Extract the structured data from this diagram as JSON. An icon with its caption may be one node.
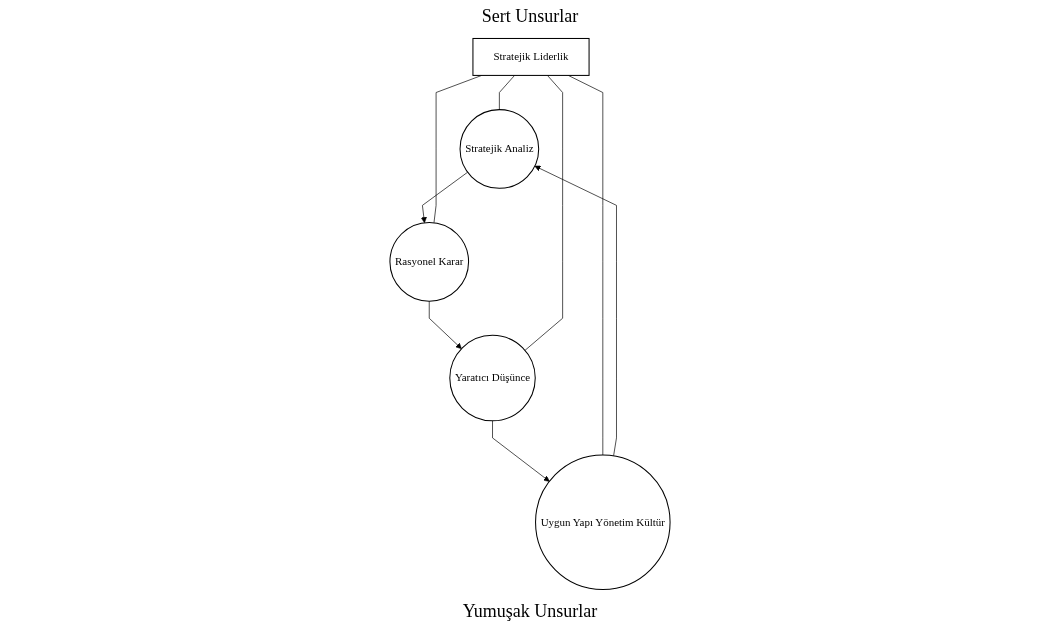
{
  "diagram": {
    "nodes": [
      {
        "text": [
          "Stratejik Analiz"
        ]
      },
      {
        "text": [
          "Rasyonel Karar"
        ]
      },
      {
        "text": [
          "Stratejik Liderlik"
        ]
      },
      {
        "text": [
          "Uygun Yapı Yönetim Kültür"
        ]
      },
      {
        "text": [
          "Yaratıcı Düşünce"
        ]
      }
    ],
    "edges": [
      {
        "from": 0,
        "to": 1,
        "arrow": "to"
      },
      {
        "from": 1,
        "to": 4,
        "arrow": "to"
      },
      {
        "from": 4,
        "to": 3,
        "arrow": "to"
      },
      {
        "from": 3,
        "to": 0,
        "arrow": "to"
      },
      {
        "from": 2,
        "to": 0,
        "arrow": "none"
      },
      {
        "from": 2,
        "to": 1,
        "arrow": "none"
      },
      {
        "from": 2,
        "to": 3,
        "arrow": "none"
      },
      {
        "from": 2,
        "to": 4,
        "arrow": "none"
      }
    ],
    "labels": [
      "Sert Unsurlar",
      "Yumuşak Unsurlar"
    ]
  }
}
